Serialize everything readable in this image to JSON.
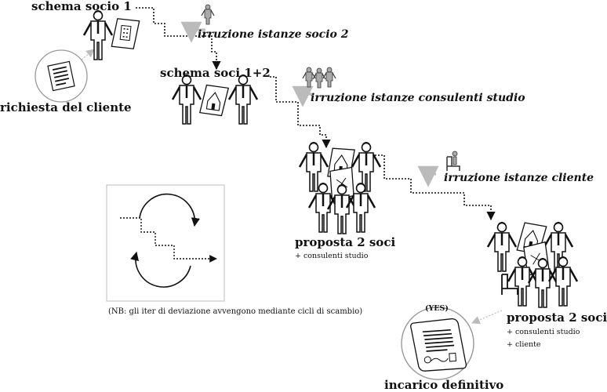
{
  "labels": {
    "schema_socio_1": "schema socio 1",
    "irruzione_socio_2": "irruzione istanze socio 2",
    "richiesta_cliente": "richiesta del cliente",
    "schema_soci_12": "schema soci 1+2",
    "irruzione_consulenti": "irruzione istanze consulenti studio",
    "irruzione_cliente": "irruzione istanze cliente",
    "proposta_1_title": "proposta 2 soci",
    "proposta_1_sub": "+ consulenti studio",
    "proposta_2_title": "proposta 2 soci",
    "proposta_2_sub1": "+ consulenti studio",
    "proposta_2_sub2": "+ cliente",
    "yes": "(YES)",
    "incarico": "incarico definitivo",
    "note": "(NB: gli iter di deviazione avvengono mediante cicli di scambio)"
  },
  "colors": {
    "ink": "#111111",
    "arrow_grey": "#bbbbbb",
    "box_border": "#c8c8c8"
  },
  "icons": [
    "person-icon",
    "house-plan-icon",
    "document-icon",
    "chair-icon",
    "cycle-arrows-icon"
  ]
}
